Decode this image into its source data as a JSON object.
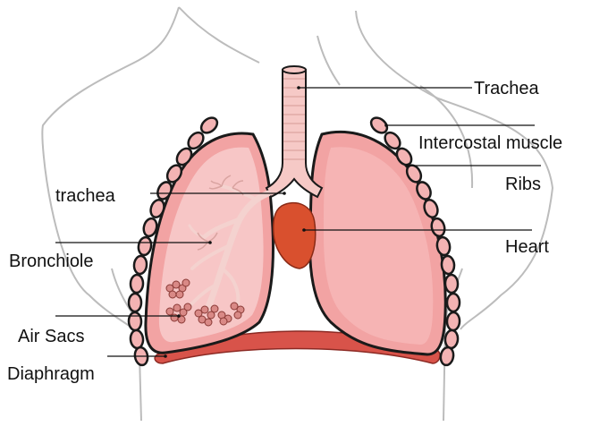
{
  "diagram": {
    "labels": {
      "trachea_right": "Trachea",
      "intercostal": "Intercostal muscle",
      "ribs": "Ribs",
      "heart": "Heart",
      "trachea_left": "trachea",
      "bronchiole": "Bronchiole",
      "air_sacs": "Air Sacs",
      "diaphragm": "Diaphragm"
    },
    "colors": {
      "lung_fill": "#f2a3a3",
      "lung_inner": "#f7c4c4",
      "lung_outline": "#1a1a1a",
      "trachea_fill": "#f6c9c6",
      "heart_fill": "#d9502e",
      "diaphragm_fill": "#d8534a",
      "rib_fill": "#f3b3b3",
      "body_outline": "#bbbbbb",
      "leader_line": "#111111"
    }
  }
}
